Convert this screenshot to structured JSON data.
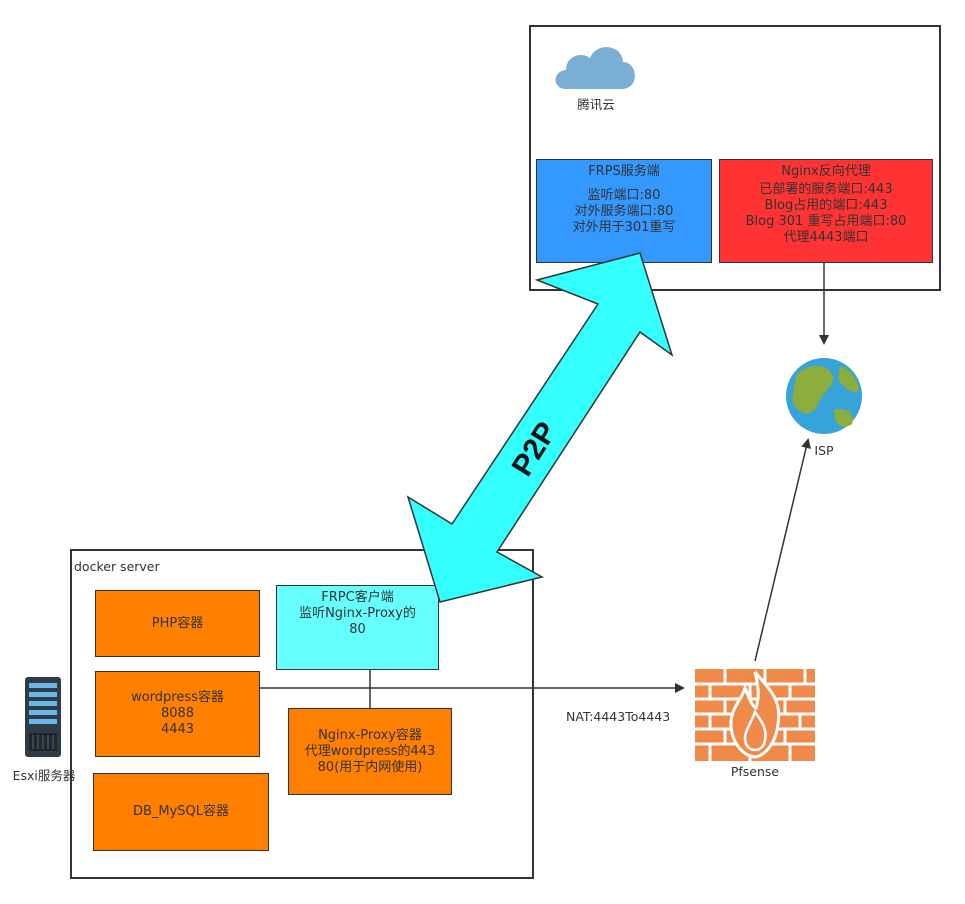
{
  "cloud_panel": {
    "label": "腾讯云",
    "frps": {
      "title": "FRPS服务端",
      "lines": [
        "监听端口:80",
        "对外服务端口:80",
        "对外用于301重写"
      ],
      "color": "#3399ff"
    },
    "nginx": {
      "title": "Nginx反向代理",
      "lines": [
        "已部署的服务端口:443",
        "Blog占用的端口:443",
        "Blog 301 重写占用端口:80",
        "代理4443端口"
      ],
      "color": "#ff3333"
    }
  },
  "isp": {
    "label": "ISP"
  },
  "p2p": {
    "label": "P2P",
    "color": "#33ffff"
  },
  "docker": {
    "title": "docker server",
    "php": {
      "label": "PHP容器"
    },
    "wordpress": {
      "lines": [
        "wordpress容器",
        "8088",
        "4443"
      ]
    },
    "db": {
      "label": "DB_MySQL容器"
    },
    "frpc": {
      "lines": [
        "FRPC客户端",
        "监听Nginx-Proxy的",
        "80"
      ],
      "color": "#66ffff"
    },
    "nginx_proxy": {
      "lines": [
        "Nginx-Proxy容器",
        "代理wordpress的443",
        "80(用于内网使用)"
      ]
    },
    "container_color": "#ff8000"
  },
  "esxi": {
    "label": "Esxi服务器"
  },
  "nat": {
    "label": "NAT:4443To4443"
  },
  "pfsense": {
    "label": "Pfsense",
    "color": "#f08a4b"
  }
}
